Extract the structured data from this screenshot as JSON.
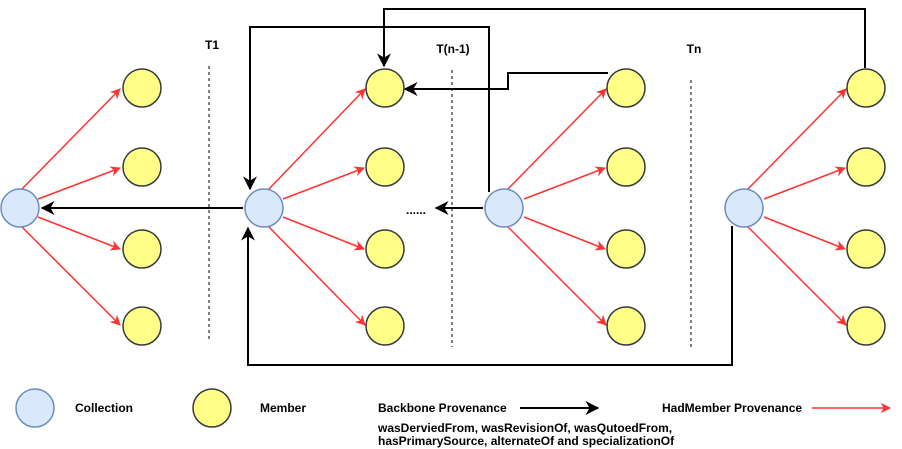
{
  "colors": {
    "collection_fill": "#dae8fc",
    "collection_stroke": "#6c8ebf",
    "member_fill": "#ffff88",
    "member_stroke": "#36393d",
    "backbone_edge": "#000000",
    "hadmember_edge": "#ff3333",
    "separator": "#000000"
  },
  "time_labels": {
    "t1": "T1",
    "tn_minus_1": "T(n-1)",
    "tn": "Tn"
  },
  "ellipsis": "......",
  "legend": {
    "collection": "Collection",
    "member": "Member",
    "backbone": "Backbone Provenance",
    "hadmember": "HadMember Provenance",
    "backbone_relations_line1": "wasDerviedFrom, wasRevisionOf, wasQutoedFrom,",
    "backbone_relations_line2": "hasPrimarySource, alternateOf and specializationOf"
  },
  "collections": [
    {
      "id": "c1",
      "members": 4
    },
    {
      "id": "c2",
      "members": 4
    },
    {
      "id": "c3",
      "members": 4
    },
    {
      "id": "c4",
      "members": 4
    }
  ]
}
